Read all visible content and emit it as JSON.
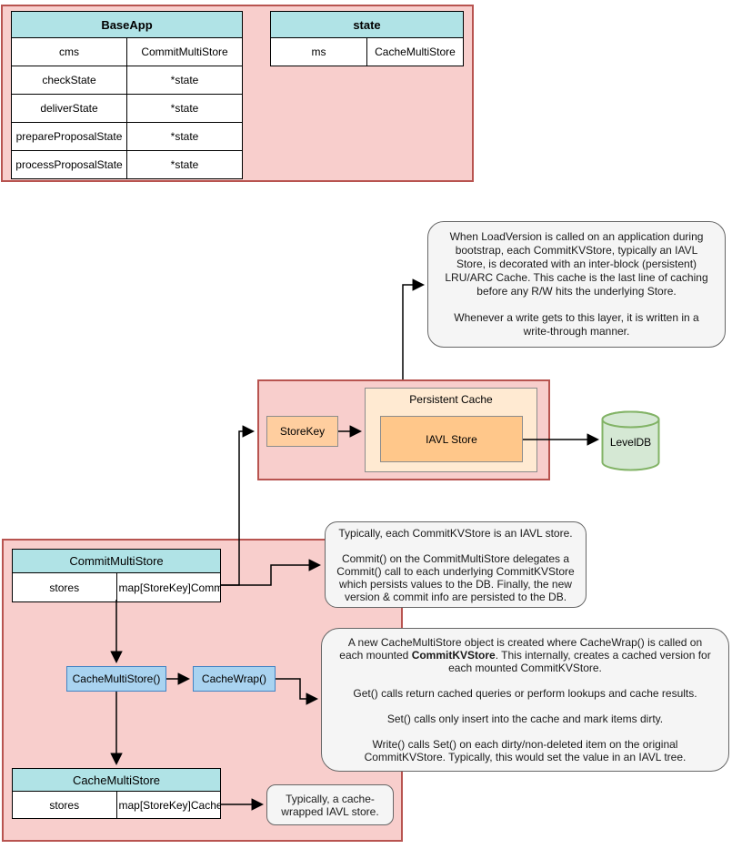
{
  "colors": {
    "container_fill": "#F8CECC",
    "container_stroke": "#B85450",
    "table_header_fill": "#B0E3E6",
    "orange_fill": "#FFCE9F",
    "orange_dark_fill": "#FFC78A",
    "cream_fill": "#FFEAD2",
    "blue_fill": "#A9D3F0",
    "blue_stroke": "#4283C4",
    "green_fill": "#D5E8D4",
    "green_stroke": "#82B366",
    "callout_fill": "#F5F5F5",
    "callout_stroke": "#666666",
    "connector": "#000000"
  },
  "baseapp_table": {
    "title": "BaseApp",
    "rows": [
      {
        "name": "cms",
        "type": "CommitMultiStore"
      },
      {
        "name": "checkState",
        "type": "*state"
      },
      {
        "name": "deliverState",
        "type": "*state"
      },
      {
        "name": "prepareProposalState",
        "type": "*state"
      },
      {
        "name": "processProposalState",
        "type": "*state"
      }
    ]
  },
  "state_table": {
    "title": "state",
    "rows": [
      {
        "name": "ms",
        "type": "CacheMultiStore"
      }
    ]
  },
  "commitmultistore_table": {
    "title": "CommitMultiStore",
    "rows": [
      {
        "name": "stores",
        "type": "map[StoreKey]CommitKVStore"
      }
    ]
  },
  "cachemultistore_table": {
    "title": "CacheMultiStore",
    "rows": [
      {
        "name": "stores",
        "type": "map[StoreKey]CacheWrap"
      }
    ]
  },
  "nodes": {
    "store_key": "StoreKey",
    "persistent_cache": "Persistent Cache",
    "iavl_store": "IAVL Store",
    "leveldb": "LevelDB",
    "cache_multistore_fn": "CacheMultiStore()",
    "cache_wrap_fn": "CacheWrap()"
  },
  "callouts": {
    "load_version": {
      "p1": "When LoadVersion is called on an application during bootstrap, each CommitKVStore, typically an IAVL Store, is decorated with an inter-block (persistent) LRU/ARC Cache. This cache is the last line of caching before any R/W hits the underlying Store.",
      "p2": "Whenever a write gets to this layer, it is written in a write-through manner."
    },
    "commit": {
      "p1": "Typically, each CommitKVStore is an IAVL store.",
      "p2": "Commit() on the CommitMultiStore delegates a Commit() call to each underlying CommitKVStore which persists values to the DB. Finally, the new version & commit info are persisted to the DB."
    },
    "cache_wrap": {
      "p1_parts": [
        "A new CacheMultiStore object is created where CacheWrap() is called on each mounted ",
        "CommitKVStore",
        ". This internally, creates a cached version for each mounted CommitKVStore."
      ],
      "p2": "Get() calls return cached queries or perform lookups and cache results.",
      "p3": "Set() calls only insert into the cache and mark items dirty.",
      "p4": "Write() calls Set() on each dirty/non-deleted item on the original CommitKVStore. Typically, this would set the value in an IAVL tree."
    },
    "cache_wrapped": {
      "text": "Typically, a cache-wrapped IAVL store."
    }
  }
}
